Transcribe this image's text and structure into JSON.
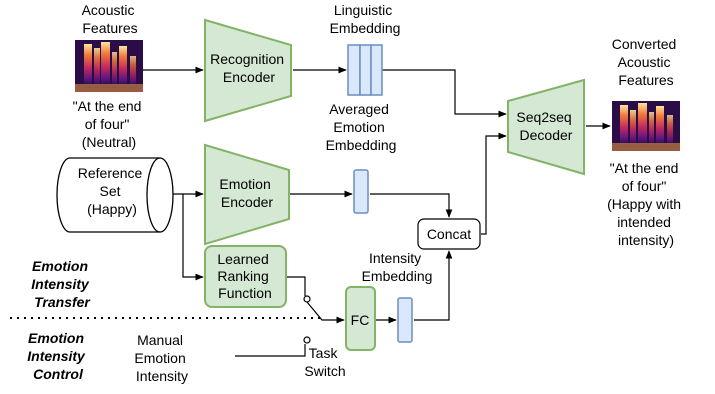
{
  "input": {
    "caption": [
      "Acoustic",
      "Features"
    ],
    "transcript": [
      "\"At the end",
      "of four\"",
      "(Neutral)"
    ]
  },
  "recognition_encoder": [
    "Recognition",
    "Encoder"
  ],
  "linguistic_embedding": [
    "Linguistic",
    "Embedding"
  ],
  "averaged_emotion_embedding": [
    "Averaged",
    "Emotion",
    "Embedding"
  ],
  "reference_set": [
    "Reference",
    "Set",
    "(Happy)"
  ],
  "emotion_encoder": [
    "Emotion",
    "Encoder"
  ],
  "concat": "Concat",
  "decoder": [
    "Seq2seq",
    "Decoder"
  ],
  "output": {
    "caption": [
      "Converted",
      "Acoustic",
      "Features"
    ],
    "transcript": [
      "\"At the end",
      "of four\"",
      "(Happy with",
      "intended",
      "intensity)"
    ]
  },
  "ranking_function": [
    "Learned",
    "Ranking",
    "Function"
  ],
  "intensity_embedding": [
    "Intensity",
    "Embedding"
  ],
  "fc": "FC",
  "manual_intensity": [
    "Manual",
    "Emotion",
    "Intensity"
  ],
  "task_switch": [
    "Task",
    "Switch"
  ],
  "section_transfer": [
    "Emotion",
    "Intensity",
    "Transfer"
  ],
  "section_control": [
    "Emotion",
    "Intensity",
    "Control"
  ]
}
